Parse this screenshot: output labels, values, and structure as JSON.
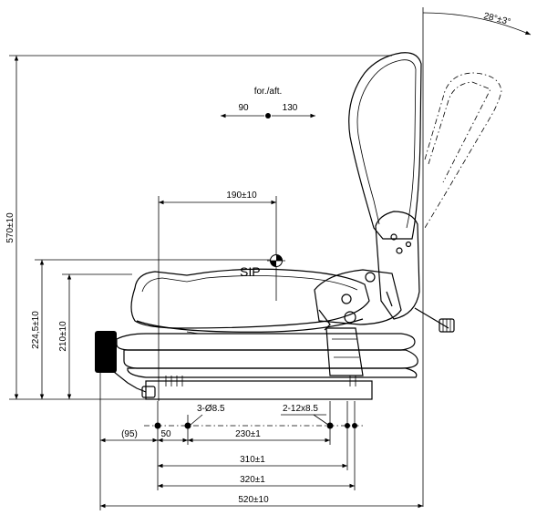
{
  "labels": {
    "tilt_angle": "28°±3°",
    "height_total": "570±10",
    "height_mid": "224,5±10",
    "height_low": "210±10",
    "fore_aft": "for./aft.",
    "fore_aft_min": "90",
    "fore_aft_max": "130",
    "sip_offset": "190±10",
    "sip": "SIP",
    "holes_a": "3-Ø8.5",
    "holes_b": "2-12x8.5",
    "dim_95": "(95)",
    "dim_50": "50",
    "dim_230": "230±1",
    "dim_310": "310±1",
    "dim_320": "320±1",
    "dim_520": "520±10"
  }
}
